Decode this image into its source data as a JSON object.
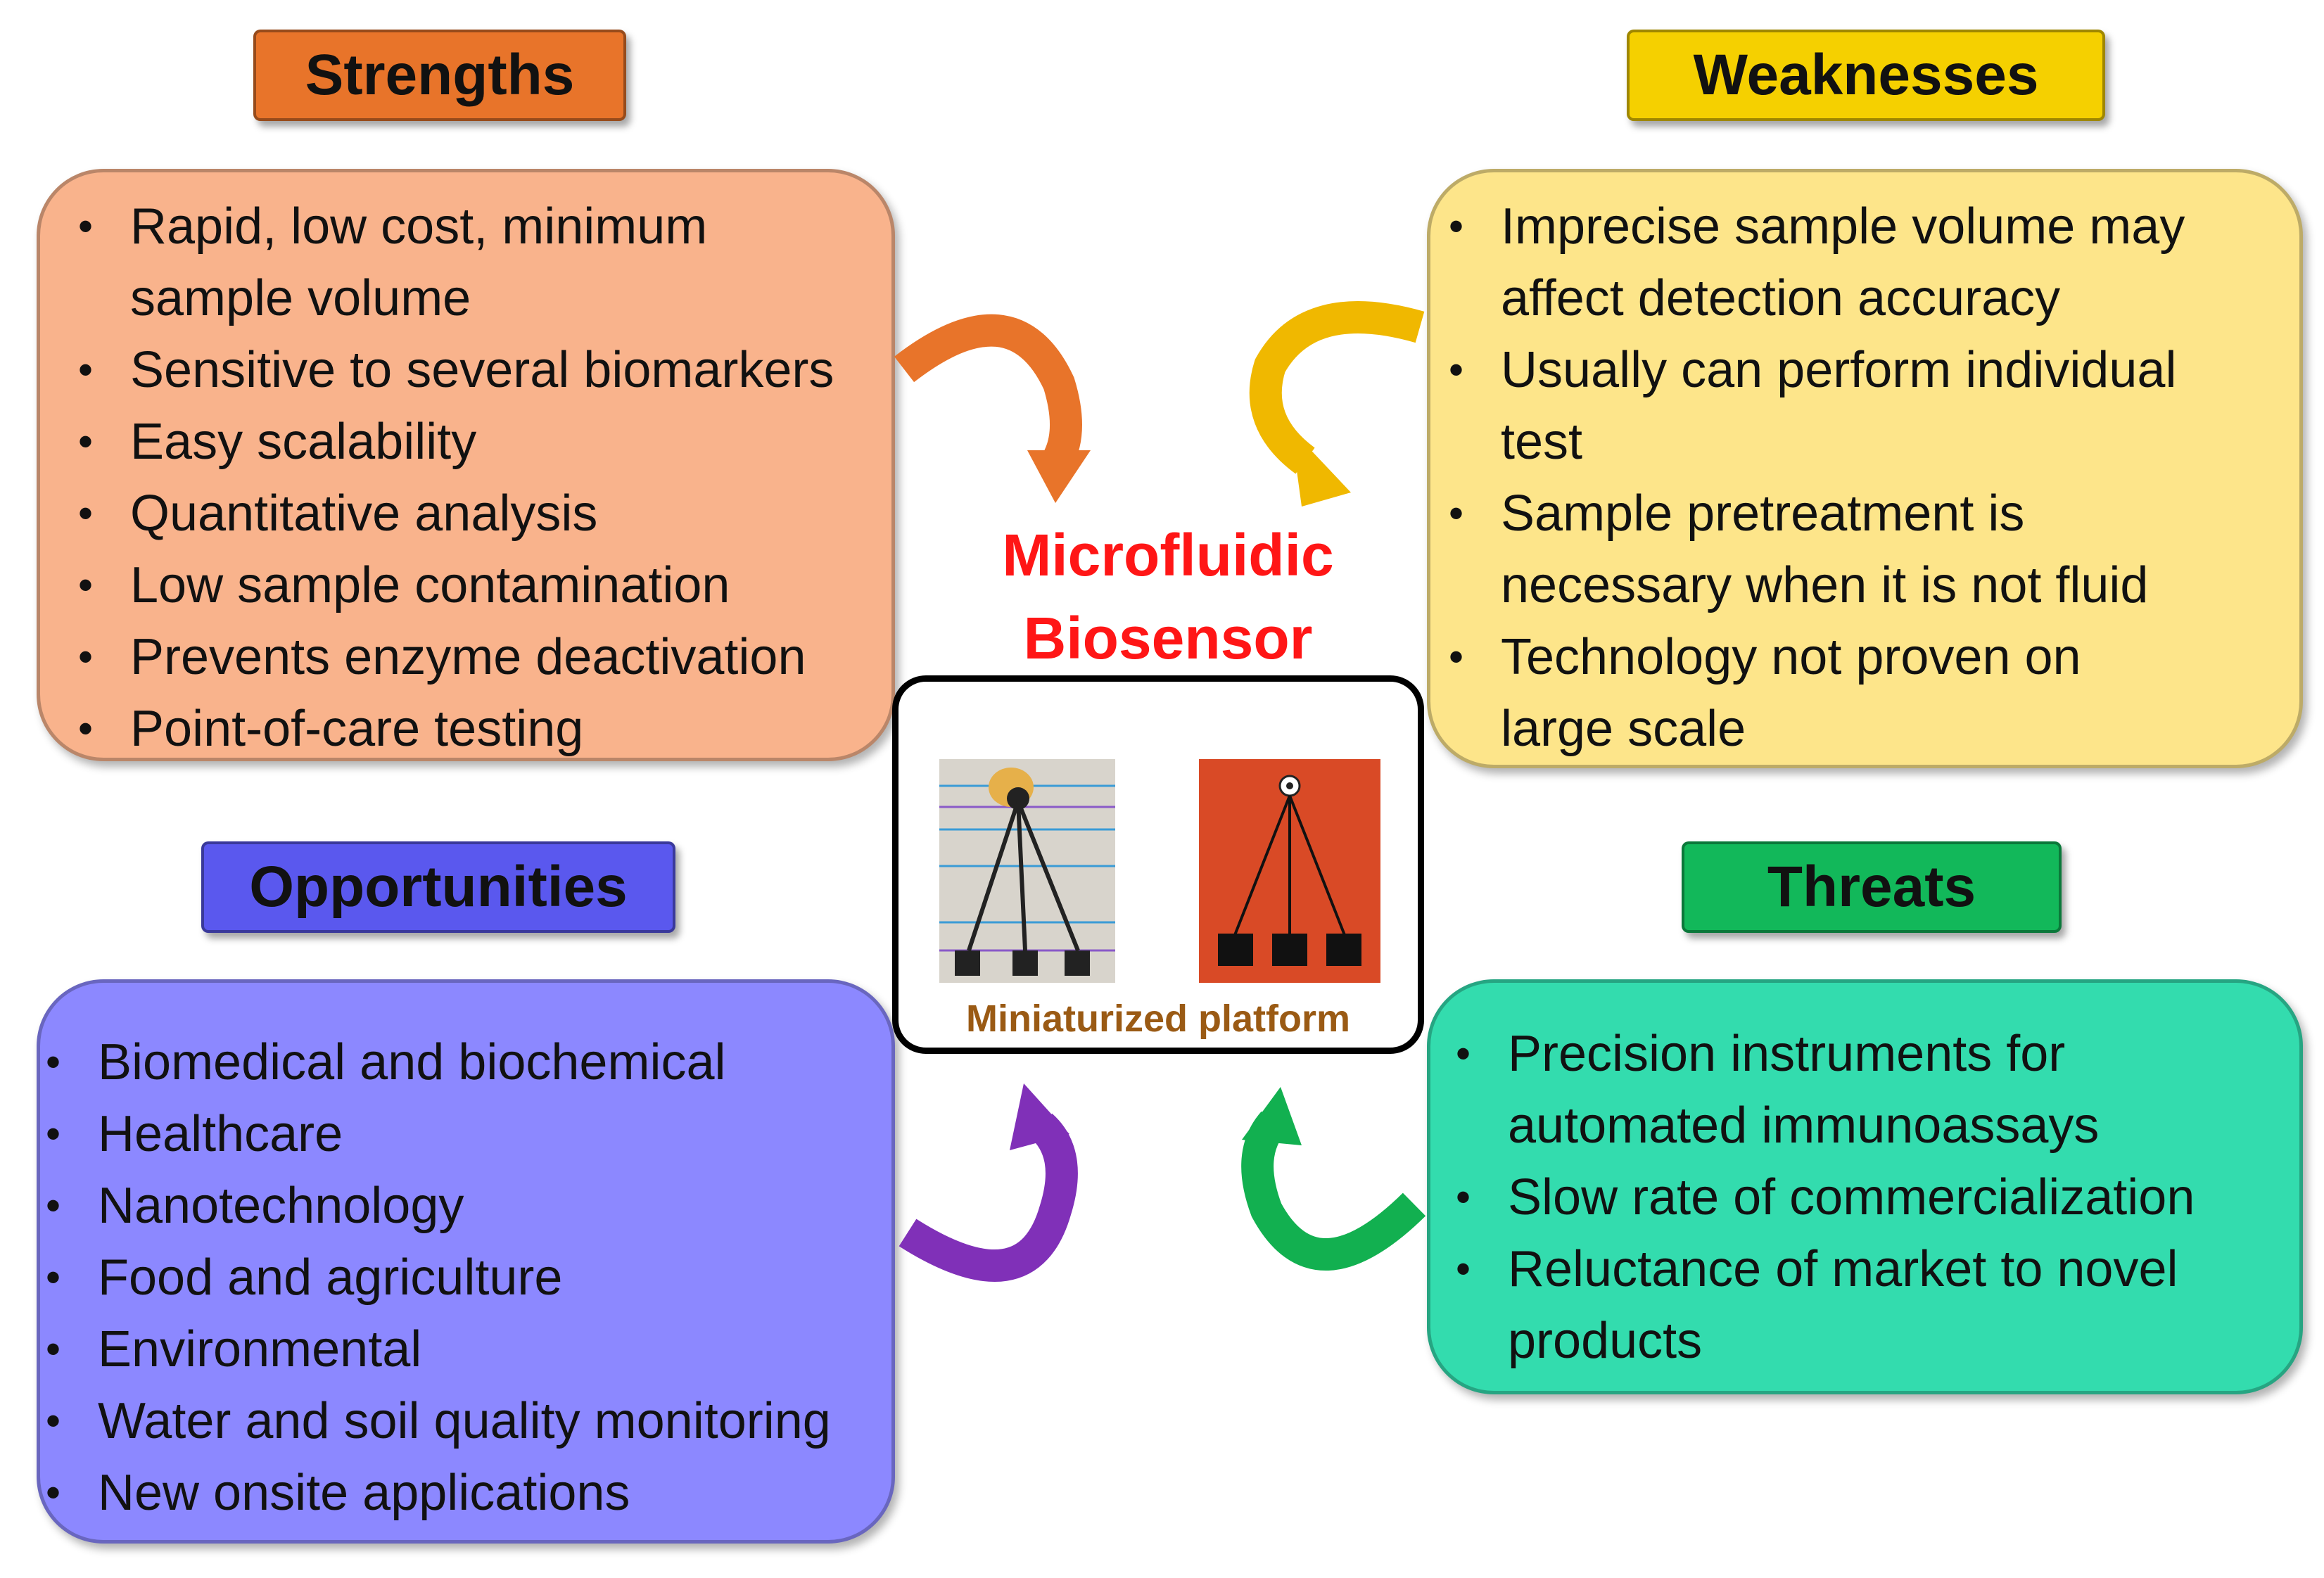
{
  "strengths": {
    "title": "Strengths",
    "items": [
      "Rapid, low cost, minimum",
      "sample volume",
      "Sensitive to several biomarkers",
      "Easy scalability",
      "Quantitative analysis",
      "Low sample contamination",
      "Prevents enzyme deactivation",
      "Point-of-care testing"
    ]
  },
  "weaknesses": {
    "title": "Weaknesses",
    "items": [
      "Imprecise sample volume may",
      "affect detection accuracy",
      "Usually can perform individual",
      "test",
      "Sample pretreatment is",
      "necessary when it is not fluid",
      "Technology not proven on",
      "large scale"
    ]
  },
  "opportunities": {
    "title": "Opportunities",
    "items": [
      "Biomedical and biochemical",
      "Healthcare",
      "Nanotechnology",
      "Food and agriculture",
      "Environmental",
      "Water and soil quality monitoring",
      "New onsite applications"
    ]
  },
  "threats": {
    "title": "Threats",
    "items": [
      "Precision instruments for",
      "automated immunoassays",
      "Slow rate of commercialization",
      "Reluctance of market to novel",
      "products"
    ]
  },
  "center": {
    "title_line1": "Microfluidic",
    "title_line2": "Biosensor",
    "platform_label": "Miniaturized platform"
  },
  "colors": {
    "strengths": "#e8742a",
    "weaknesses": "#f5d000",
    "opportunities": "#5a58ee",
    "threats": "#12b85a",
    "center_title": "#ff1616",
    "platform_label": "#9a5a14",
    "device_background": "#d94a26"
  }
}
